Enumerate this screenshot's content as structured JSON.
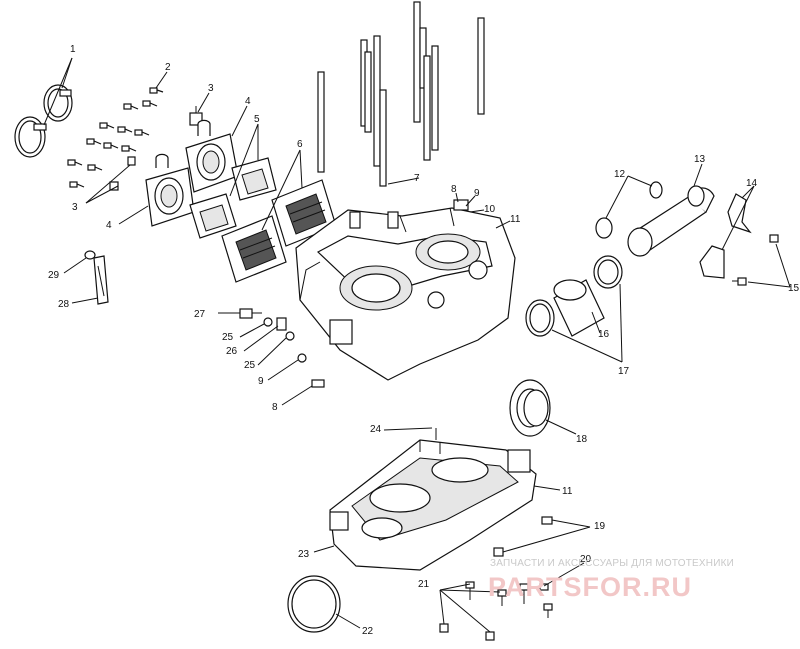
{
  "callouts": {
    "c1": "1",
    "c2": "2",
    "c3a": "3",
    "c3b": "3",
    "c4a": "4",
    "c4b": "4",
    "c5": "5",
    "c6": "6",
    "c7": "7",
    "c8a": "8",
    "c8b": "8",
    "c9a": "9",
    "c9b": "9",
    "c10": "10",
    "c11a": "11",
    "c11b": "11",
    "c12": "12",
    "c13": "13",
    "c14": "14",
    "c15": "15",
    "c16": "16",
    "c17": "17",
    "c18": "18",
    "c19": "19",
    "c20": "20",
    "c21": "21",
    "c22": "22",
    "c23": "23",
    "c24": "24",
    "c25a": "25",
    "c25b": "25",
    "c26": "26",
    "c27": "27",
    "c28": "28",
    "c29": "29"
  },
  "watermark": {
    "tagline": "ЗАПЧАСТИ И АКСЕССУАРЫ ДЛЯ МОТОТЕХНИКИ",
    "brand": "PARTSFOR.RU"
  },
  "colors": {
    "line": "#111111",
    "watermark_brand": "#f2c7c7",
    "watermark_tagline": "#c9c9c9"
  }
}
